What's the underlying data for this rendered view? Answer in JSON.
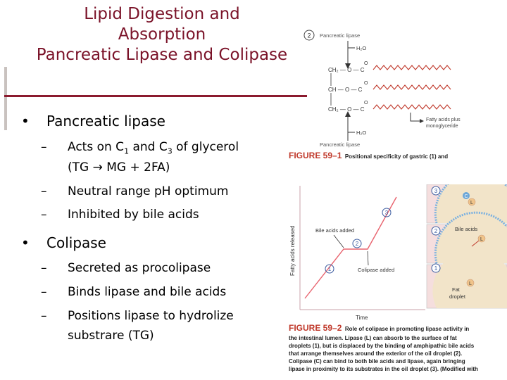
{
  "title": {
    "line1": "Lipid Digestion and",
    "line2": "Absorption",
    "line3": "Pancreatic Lipase and Colipase"
  },
  "bullets": [
    {
      "label": "Pancreatic lipase",
      "subs": [
        {
          "pre": "Acts on C",
          "s1": "1",
          "mid": " and C",
          "s2": "3",
          "post": " of glycerol"
        },
        {
          "text": "(TG → MG + 2FA)"
        },
        {
          "text": "Neutral range pH optimum"
        },
        {
          "text": "Inhibited by bile acids"
        }
      ]
    },
    {
      "label": "Colipase",
      "subs": [
        {
          "text": "Secreted as procolipase"
        },
        {
          "text": "Binds lipase and bile acids"
        },
        {
          "text": "Positions lipase to hydrolize"
        },
        {
          "text": "substrare (TG)"
        }
      ]
    }
  ],
  "fig1": {
    "circle_num": "2",
    "lipase_top": "Pancreatic lipase",
    "h2o_top": "H₂O",
    "rows": [
      "CH₂ — O — C",
      "CH — O — C",
      "CH₂ — O — C"
    ],
    "carbonyl": "O",
    "fa_label1": "Fatty acids plus",
    "fa_label2": "monoglyceride",
    "h2o_bottom": "H₂O",
    "lipase_bottom": "Pancreatic lipase",
    "caption_head": "FIGURE 59–1",
    "caption_text": "Positional specificity of gastric (1) and"
  },
  "fig2": {
    "ylabel": "Fatty acids released",
    "xlabel": "Time",
    "bile_label": "Bile acids added",
    "colipase_label": "Colipase added",
    "step_nums": [
      "1",
      "2",
      "3"
    ],
    "panel_labels": {
      "bile": "Bile acids",
      "fat1": "Fat",
      "fat2": "droplet",
      "C": "C",
      "L": "L"
    },
    "caption_head": "FIGURE 59–2",
    "caption_lines": [
      "Role of colipase in promoting lipase activity in",
      "the intestinal lumen. Lipase (L) can absorb to the surface of fat",
      "droplets (1), but is displaced by the binding of amphipathic bile acids",
      "that arrange themselves around the exterior of the oil droplet (2).",
      "Colipase (C) can bind to both bile acids and lipase, again bringing",
      "lipase in proximity to its substrates in the oil droplet (3). (Modified with"
    ]
  }
}
